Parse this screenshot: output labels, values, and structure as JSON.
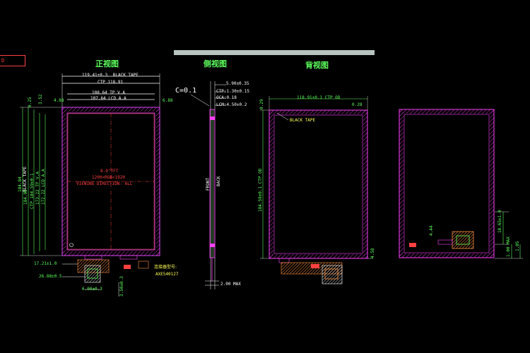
{
  "views": {
    "front_title": "正视图",
    "side_title": "侧视图",
    "back_title": "背视图"
  },
  "front": {
    "dim_top1": "119.41±0.3",
    "black_tape": "BLACK TAPE",
    "ctp": "CTP 118.91",
    "tp_va": "108.64 TP V.A",
    "lcd_aa": "107.64 LCD A.A",
    "left_offset": "4.88",
    "right_offset": "6.88",
    "top_offset1": "3.52",
    "top_offset2": "0.25",
    "dim_v1": "184.84",
    "dim_v1_note": "BLACK TAPE",
    "dim_v2": "184.00",
    "dim_v3": "CTP 184.59±0.1",
    "dim_v4": "173.22 TP V.A",
    "dim_v5": "172.22 LCD A.A",
    "size_text": "8.0\"TFT",
    "resolution": "1200×RGB×1920",
    "viewing": "VIEWING DIRECTION: ALL",
    "dim_b1": "17.21±1.0",
    "dim_b2": "26.88±0.5",
    "dim_b3": "6.00±0.3",
    "dim_b4": "3.50±0.3",
    "connector_label": "连接器型号:",
    "connector_model": "AXE540127"
  },
  "side": {
    "dim1": "5.90±0.35",
    "ctp": "CTP:1.30±0.15",
    "oca": "OCA:0.18",
    "lcm": "LCM:4.50±0.2",
    "chamfer": "C=0.1",
    "front": "FRONT",
    "back": "BACK",
    "max": "2.00 MAX"
  },
  "back": {
    "width": "118.91±0.1 CTP OD",
    "top_offset": "0.29",
    "right_offset": "0.28",
    "black_tape": "BLACK TAPE",
    "height": "184.59±0.1 CTP OD",
    "bottom_offset": "4.58"
  },
  "back2": {
    "dim_a": "4.44",
    "dim_b": "18.65±1.0",
    "dim_c": "1.00 MAX",
    "dim_d": "1.05"
  }
}
